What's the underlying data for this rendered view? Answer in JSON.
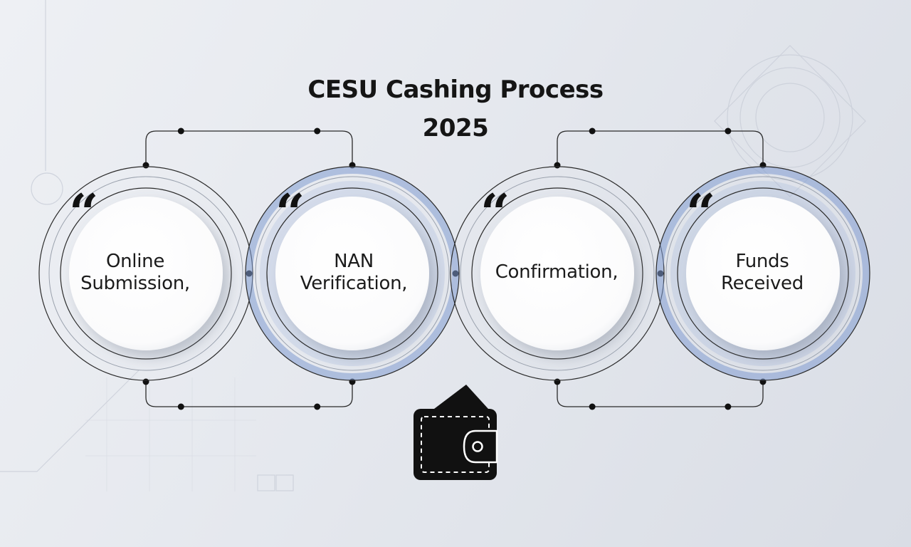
{
  "title": {
    "line1": "CESU Cashing Process",
    "line2": "2025"
  },
  "quote_glyph": "“",
  "steps": [
    {
      "line1": "Online",
      "line2": "Submission,",
      "highlighted": false
    },
    {
      "line1": "NAN",
      "line2": "Verification,",
      "highlighted": true
    },
    {
      "line1": "",
      "line2": "Confirmation,",
      "highlighted": false
    },
    {
      "line1": "Funds",
      "line2": "Received",
      "highlighted": true
    }
  ],
  "icons": {
    "step_quote": "quote-icon",
    "center": "wallet-icon"
  },
  "colors": {
    "background": "#e5e8ee",
    "accent_ring": "#7f9bd0",
    "line": "#2a2a2a",
    "circle_fill": "#ffffff",
    "text": "#151515"
  }
}
